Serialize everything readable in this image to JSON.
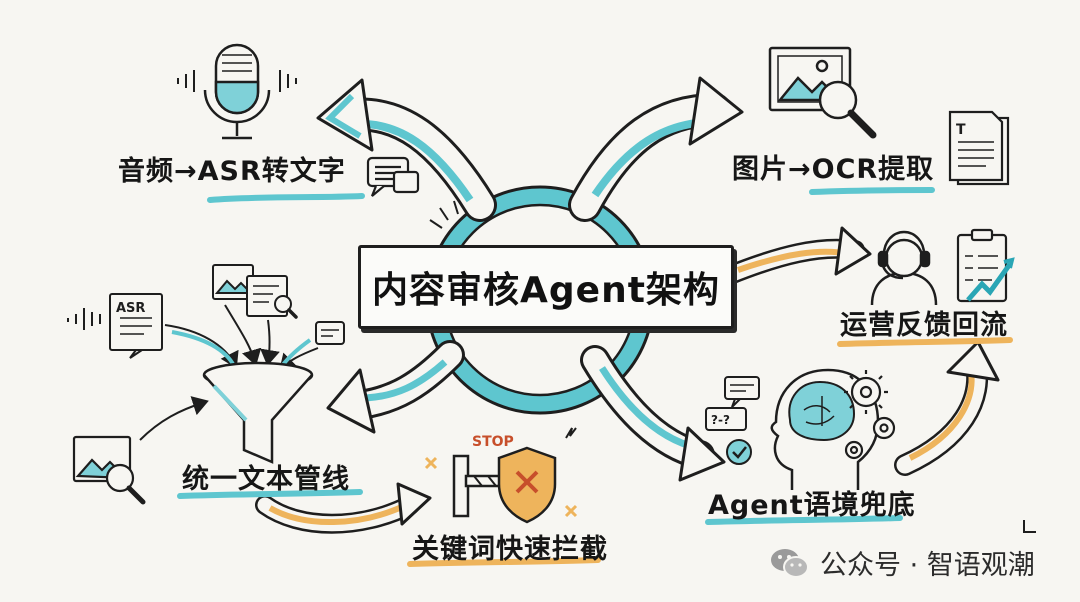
{
  "title": "内容审核Agent架构",
  "nodes": {
    "audio": "音频→ASR转文字",
    "image": "图片→OCR提取",
    "ops": "运营反馈回流",
    "pipeline": "统一文本管线",
    "keyword": "关键词快速拦截",
    "agent": "Agent语境兜底"
  },
  "icons": {
    "asr_tag": "ASR",
    "stop_tag": "STOP",
    "question_tag": "?-?",
    "doc_tag": "T"
  },
  "watermark": "公众号 · 智语观潮",
  "colors": {
    "teal": "#5ec6cf",
    "orange": "#eeb45c",
    "ink": "#1e1e1e",
    "background": "#f7f6f2"
  }
}
